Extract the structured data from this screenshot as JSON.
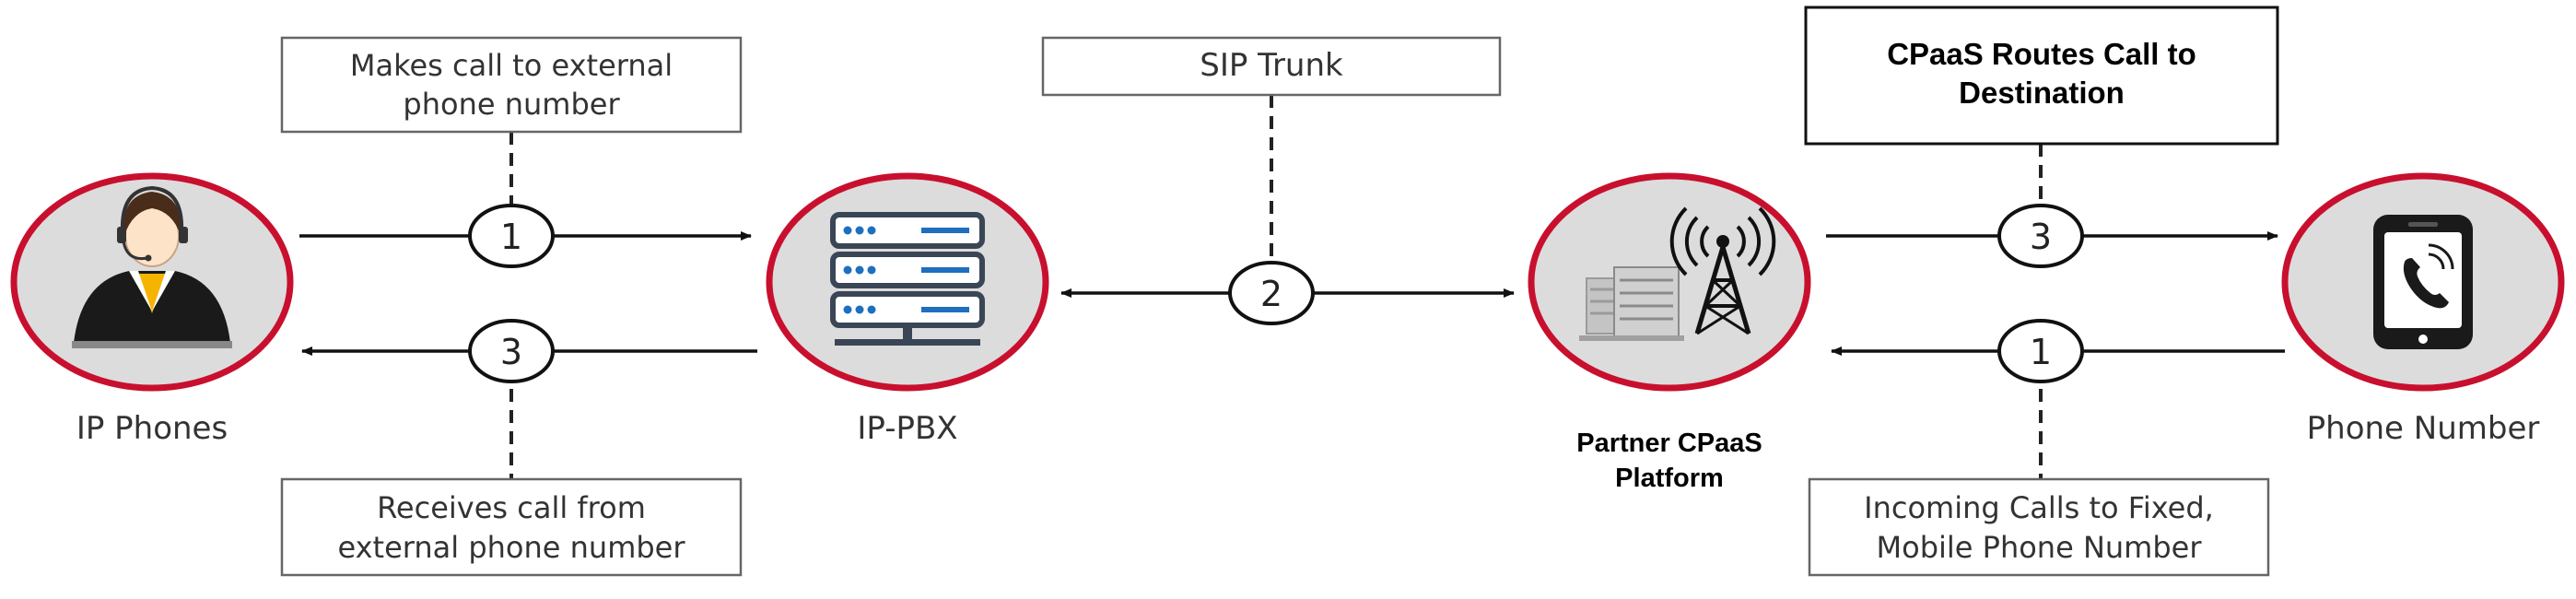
{
  "nodes": {
    "ip_phones": "IP Phones",
    "ip_pbx": "IP-PBX",
    "cpaas_line1": "Partner CPaaS",
    "cpaas_line2": "Platform",
    "phone_number": "Phone Number"
  },
  "boxes": {
    "makes_call": [
      "Makes call to external",
      "phone number"
    ],
    "receives_call": [
      "Receives call from",
      "external phone number"
    ],
    "sip_trunk": [
      "SIP Trunk"
    ],
    "cpaas_routes": [
      "CPaaS Routes Call to",
      "Destination"
    ],
    "incoming_calls": [
      "Incoming Calls to Fixed,",
      "Mobile Phone Number"
    ]
  },
  "steps": {
    "s1_top_left": "1",
    "s3_bottom_left": "3",
    "s2_middle": "2",
    "s3_top_right": "3",
    "s1_bottom_right": "1"
  },
  "colors": {
    "ring": "#c8102e",
    "node_fill": "#dcdcdc",
    "line": "#111111"
  }
}
